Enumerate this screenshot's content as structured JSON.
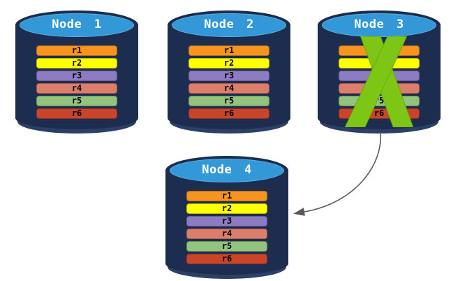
{
  "palette": {
    "cylinder_body": "#1c2d4f",
    "cylinder_bottom_rim": "#2c3f66",
    "cap_fill": "#3398d7",
    "cap_edge": "#56b0e2",
    "label_text": "#ffffff",
    "row_text": "#000000",
    "failure_x": "#7ec615",
    "failure_x_edge": "#6aa911",
    "arrow": "#595959"
  },
  "nodes": [
    {
      "label": "Node 1",
      "failed": false,
      "rows": [
        {
          "label": "r1",
          "color": "#f7941e"
        },
        {
          "label": "r2",
          "color": "#ffff00"
        },
        {
          "label": "r3",
          "color": "#8e7cc3"
        },
        {
          "label": "r4",
          "color": "#dd7e6b"
        },
        {
          "label": "r5",
          "color": "#93c47d"
        },
        {
          "label": "r6",
          "color": "#c9452a"
        }
      ]
    },
    {
      "label": "Node 2",
      "failed": false,
      "rows": [
        {
          "label": "r1",
          "color": "#f7941e"
        },
        {
          "label": "r2",
          "color": "#ffff00"
        },
        {
          "label": "r3",
          "color": "#8e7cc3"
        },
        {
          "label": "r4",
          "color": "#dd7e6b"
        },
        {
          "label": "r5",
          "color": "#93c47d"
        },
        {
          "label": "r6",
          "color": "#c9452a"
        }
      ]
    },
    {
      "label": "Node 3",
      "failed": true,
      "rows": [
        {
          "label": "r1",
          "color": "#f7941e"
        },
        {
          "label": "r2",
          "color": "#ffff00"
        },
        {
          "label": "r3",
          "color": "#8e7cc3"
        },
        {
          "label": "r4",
          "color": "#dd7e6b"
        },
        {
          "label": "r5",
          "color": "#93c47d"
        },
        {
          "label": "r6",
          "color": "#c9452a"
        }
      ]
    },
    {
      "label": "Node 4",
      "failed": false,
      "rows": [
        {
          "label": "r1",
          "color": "#f7941e"
        },
        {
          "label": "r2",
          "color": "#ffff00"
        },
        {
          "label": "r3",
          "color": "#8e7cc3"
        },
        {
          "label": "r4",
          "color": "#dd7e6b"
        },
        {
          "label": "r5",
          "color": "#93c47d"
        },
        {
          "label": "r6",
          "color": "#c9452a"
        }
      ]
    }
  ],
  "arrow": {
    "from": "Node 3",
    "to": "Node 4"
  }
}
